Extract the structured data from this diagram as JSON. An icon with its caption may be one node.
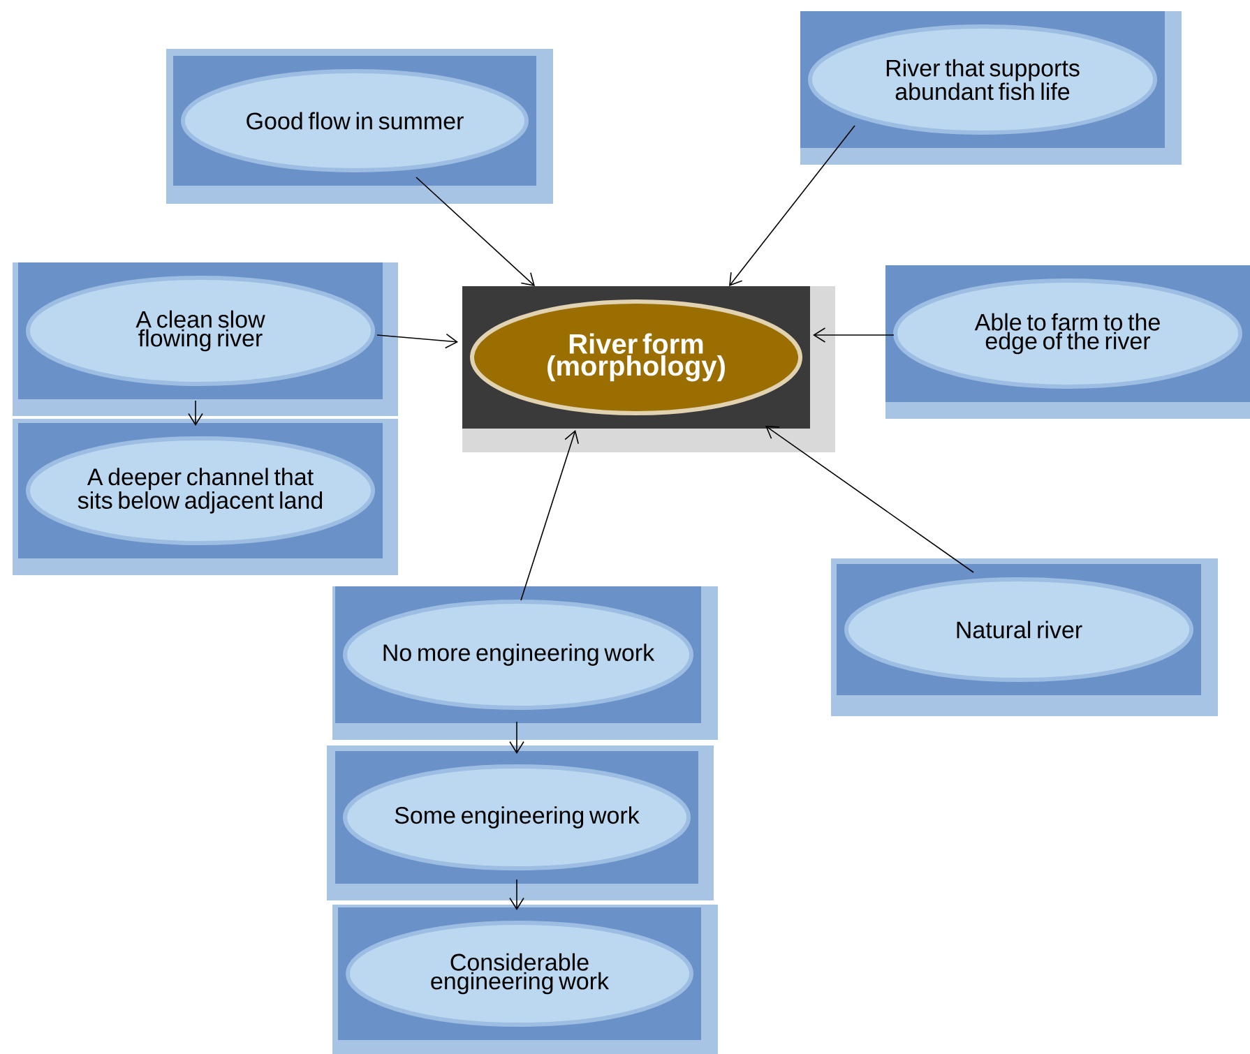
{
  "diagram": {
    "nodes": [
      {
        "text": [
          "River form (morphology)"
        ]
      },
      {
        "text": [
          "Good flow in summer"
        ]
      },
      {
        "text": [
          "River that supports abundant fish life"
        ]
      },
      {
        "text": [
          "A clean slow flowing river"
        ]
      },
      {
        "text": [
          "A deeper channel that sits below adjacent land"
        ]
      },
      {
        "text": [
          "Able to farm to the edge of the river"
        ]
      },
      {
        "text": [
          "Natural river"
        ]
      },
      {
        "text": [
          "No more engineering work"
        ]
      },
      {
        "text": [
          "Some engineering work"
        ]
      },
      {
        "text": [
          "Considerable engineering work"
        ]
      }
    ],
    "edges": [
      {
        "from": 1,
        "to": 0,
        "arrow": "to"
      },
      {
        "from": 2,
        "to": 0,
        "arrow": "to"
      },
      {
        "from": 3,
        "to": 0,
        "arrow": "to"
      },
      {
        "from": 5,
        "to": 0,
        "arrow": "to"
      },
      {
        "from": 6,
        "to": 0,
        "arrow": "to"
      },
      {
        "from": 7,
        "to": 0,
        "arrow": "to"
      },
      {
        "from": 3,
        "to": 4,
        "arrow": "to"
      },
      {
        "from": 7,
        "to": 8,
        "arrow": "to"
      },
      {
        "from": 8,
        "to": 9,
        "arrow": "to"
      }
    ]
  }
}
